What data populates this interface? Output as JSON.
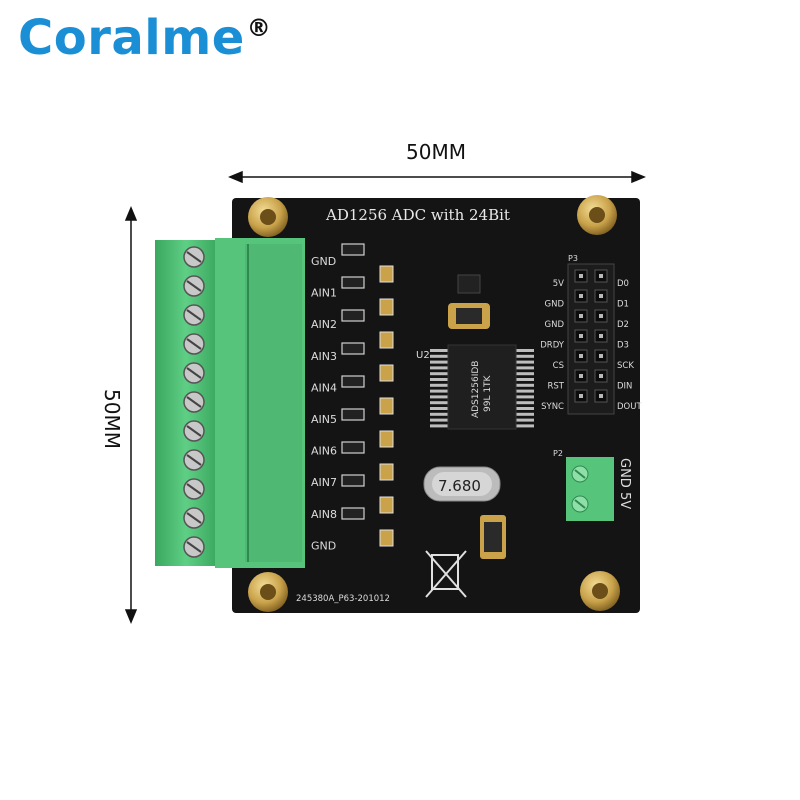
{
  "brand": {
    "name": "Coralme",
    "mark": "®",
    "color": "#1a8fd6"
  },
  "dimensions": {
    "width": "50MM",
    "height": "50MM"
  },
  "board": {
    "title": "AD1256 ADC with 24Bit",
    "serial": "245380A_P63-201012",
    "left_pins": [
      "GND",
      "AIN1",
      "AIN2",
      "AIN3",
      "AIN4",
      "AIN5",
      "AIN6",
      "AIN7",
      "AIN8",
      "GND"
    ],
    "header_left": [
      "5V",
      "GND",
      "GND",
      "DRDY",
      "CS",
      "RST",
      "SYNC"
    ],
    "header_right": [
      "D0",
      "D1",
      "D2",
      "D3",
      "SCK",
      "DIN",
      "DOUT"
    ],
    "header_ref": "P3",
    "power_ref": "P2",
    "power_label": "GND 5V",
    "chip_ref": "U2",
    "chip_marking": [
      "ADS1256IDB",
      "99L 1TK"
    ],
    "crystal": "7.680",
    "colors": {
      "pcb": "#141414",
      "terminal": "#4dbb72",
      "gold": "#c9a24a"
    }
  }
}
